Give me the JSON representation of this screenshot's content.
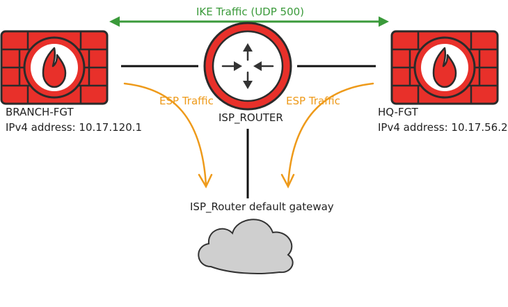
{
  "nodes": {
    "branch": {
      "name": "BRANCH-FGT",
      "ip": "IPv4 address: 10.17.120.1",
      "icon": "firewall-icon"
    },
    "hq": {
      "name": "HQ-FGT",
      "ip": "IPv4 address: 10.17.56.2",
      "icon": "firewall-icon"
    },
    "router": {
      "name": "ISP_ROUTER",
      "icon": "router-icon"
    },
    "gateway": {
      "name": "ISP_Router default gateway",
      "icon": "cloud-icon"
    }
  },
  "links": {
    "ike": {
      "label": "IKE Traffic (UDP 500)"
    },
    "esp_left": {
      "label": "ESP Traffic"
    },
    "esp_right": {
      "label": "ESP Traffic"
    }
  },
  "colors": {
    "firewall_red": "#e8302a",
    "firewall_border": "#2b2b2b",
    "ike_green": "#3a9a3a",
    "esp_orange": "#ee9a1a",
    "link_black": "#111111",
    "cloud_gray": "#cfcfcf"
  }
}
